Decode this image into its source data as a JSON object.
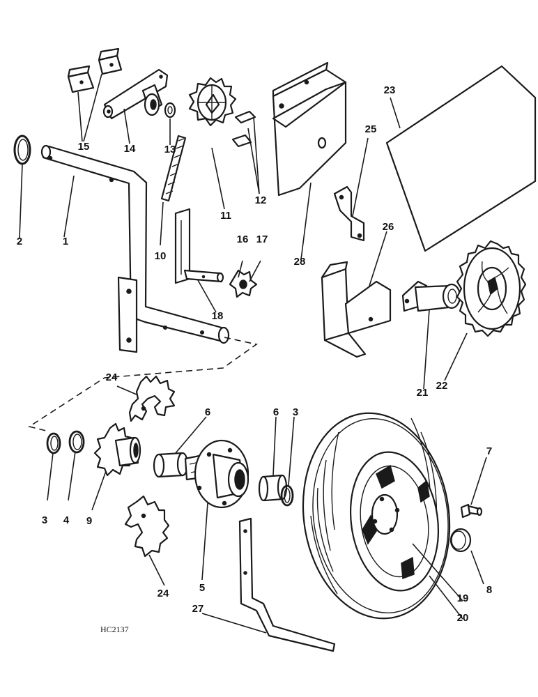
{
  "diagram_ref": "HC2137",
  "colors": {
    "ink": "#1a1a1a",
    "paper": "#ffffff"
  },
  "callouts": {
    "c1": "1",
    "c2": "2",
    "c3a": "3",
    "c3b": "3",
    "c4": "4",
    "c5": "5",
    "c6a": "6",
    "c6b": "6",
    "c7": "7",
    "c8": "8",
    "c9": "9",
    "c10": "10",
    "c11": "11",
    "c12": "12",
    "c13": "13",
    "c14": "14",
    "c15": "15",
    "c16": "16",
    "c17": "17",
    "c18": "18",
    "c19": "19",
    "c20": "20",
    "c21": "21",
    "c22": "22",
    "c23": "23",
    "c24a": "24",
    "c24b": "24",
    "c25": "25",
    "c26": "26",
    "c27": "27",
    "c28": "28"
  }
}
